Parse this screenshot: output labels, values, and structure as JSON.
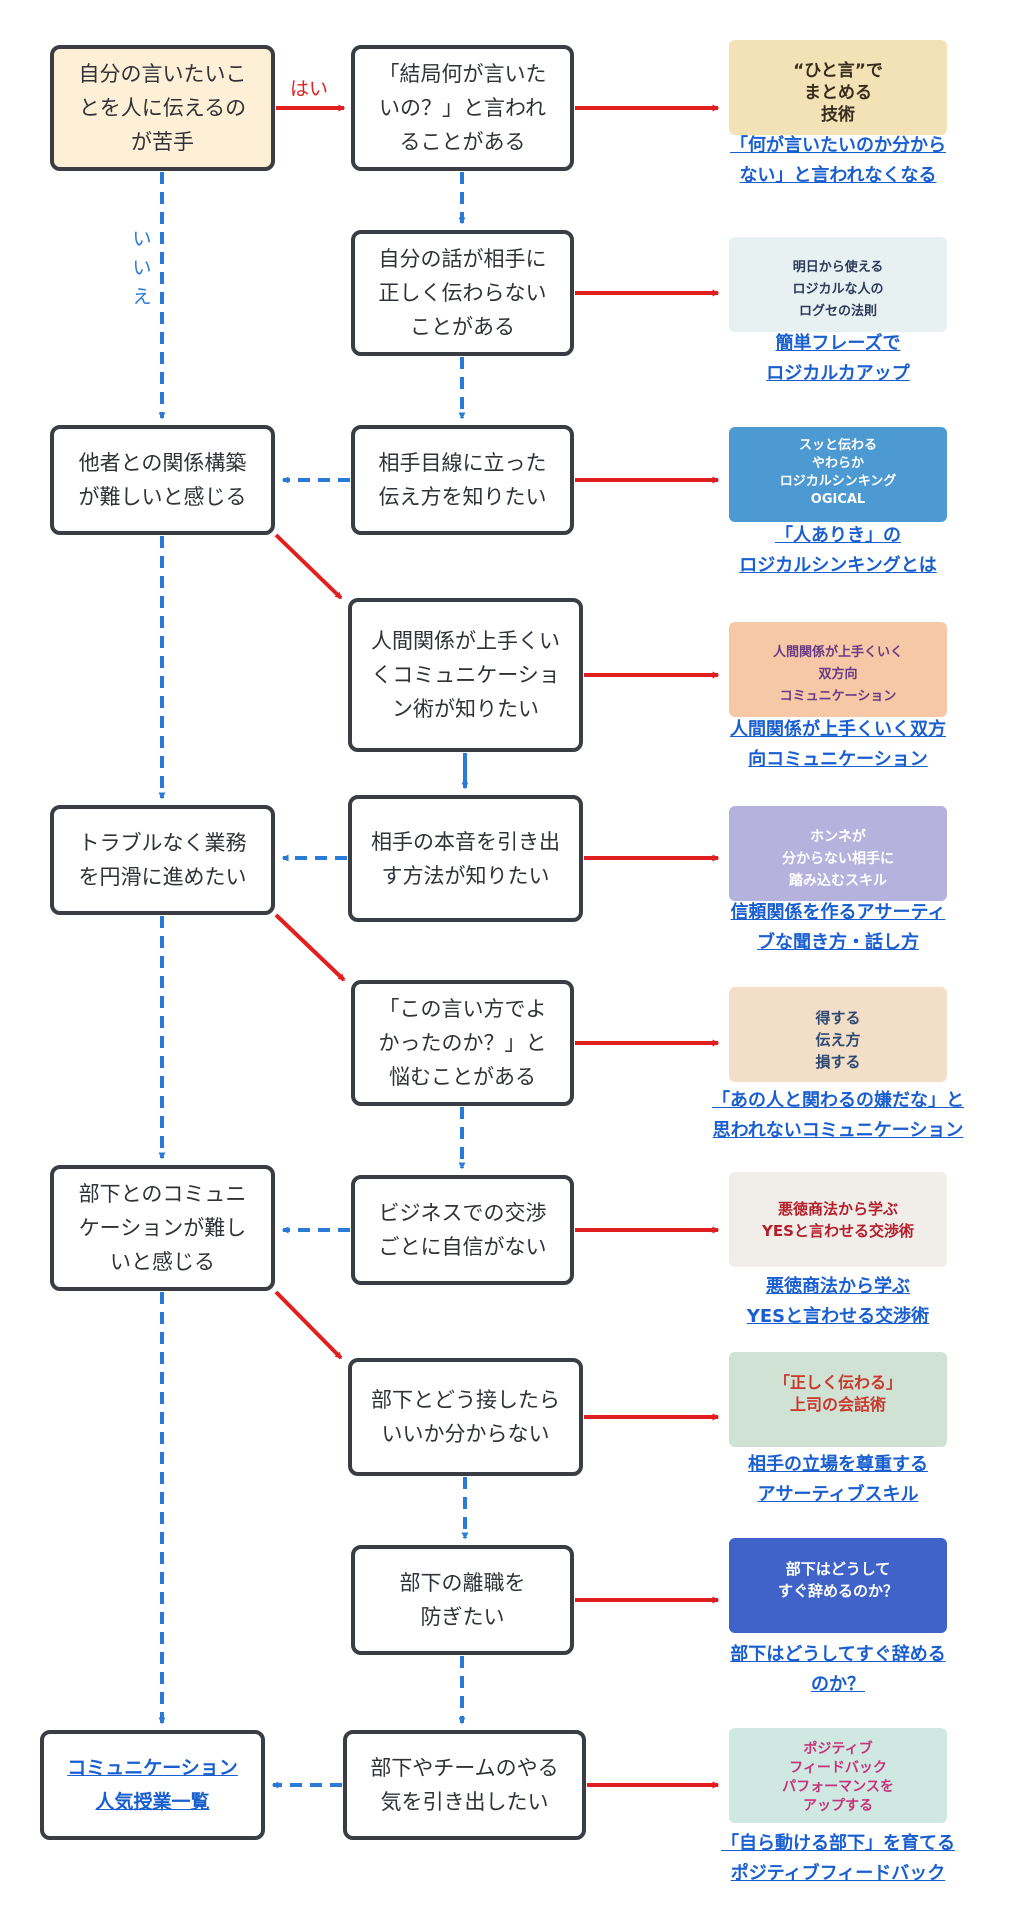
{
  "colors": {
    "yes_arrow": "#e11f1f",
    "no_arrow": "#2a7bd8",
    "link": "#1a5fd0",
    "start_fill": "#fdf0d6",
    "border": "#3a3e44"
  },
  "labels": {
    "yes": "はい",
    "no": "いいえ"
  },
  "left_nodes": [
    {
      "text": "自分の言いたいこ\nとを人に伝えるの\nが苦手"
    },
    {
      "text": "他者との関係構築\nが難しいと感じる"
    },
    {
      "text": "トラブルなく業務\nを円滑に進めたい"
    },
    {
      "text": "部下とのコミュニ\nケーションが難し\nいと感じる"
    },
    {
      "text": "コミュニケーション\n人気授業一覧"
    }
  ],
  "right_nodes": [
    {
      "text": "「結局何が言いた\nいの？」と言われ\nることがある"
    },
    {
      "text": "自分の話が相手に\n正しく伝わらない\nことがある"
    },
    {
      "text": "相手目線に立った\n伝え方を知りたい"
    },
    {
      "text": "人間関係が上手くい\nくコミュニケーショ\nン術が知りたい"
    },
    {
      "text": "相手の本音を引き出\nす方法が知りたい"
    },
    {
      "text": "「この言い方でよ\nかったのか？」と\n悩むことがある"
    },
    {
      "text": "ビジネスでの交渉\nごとに自信がない"
    },
    {
      "text": "部下とどう接したら\nいいか分からない"
    },
    {
      "text": "部下の離職を\n防ぎたい"
    },
    {
      "text": "部下やチームのやる\n気を引き出したい"
    }
  ],
  "thumbnails": [
    {
      "text": "“ひと言”で\nまとめる\n技術",
      "icon": "people-illustration"
    },
    {
      "text": "明日から使える\nロジカルな人の\nログセの法則",
      "icon": "people-illustration"
    },
    {
      "text": "スッと伝わる\nやわらか\nロジカルシンキング\nOGICAL",
      "icon": "lightbulb-illustration"
    },
    {
      "text": "人間関係が上手くいく\n双方向\nコミュニケーション",
      "icon": "people-illustration"
    },
    {
      "text": "ホンネが\n分からない相手に\n踏み込むスキル",
      "icon": "people-illustration"
    },
    {
      "text": "得する\n伝え方\n損する",
      "icon": "people-illustration"
    },
    {
      "text": "悪徳商法から学ぶ\nYESと言わせる交渉術",
      "icon": "people-illustration"
    },
    {
      "text": "「正しく伝わる」\n上司の会話術",
      "icon": "people-illustration"
    },
    {
      "text": "部下はどうして\nすぐ辞めるのか？",
      "icon": "chair-illustration"
    },
    {
      "text": "ポジティブ\nフィードバック\nパフォーマンスを\nアップする",
      "icon": "people-illustration"
    }
  ],
  "links": [
    {
      "text": "「何が言いたいのか分から\nない」と言われなくなる"
    },
    {
      "text": "簡単フレーズで\nロジカルカアップ"
    },
    {
      "text": "「人ありき」の\nロジカルシンキングとは"
    },
    {
      "text": "人間関係が上手くいく双方\n向コミュニケーション"
    },
    {
      "text": "信頼関係を作るアサーティ\nブな聞き方・話し方"
    },
    {
      "text": "「あの人と関わるの嫌だな」と\n思われないコミュニケーション"
    },
    {
      "text": "悪徳商法から学ぶ\nYESと言わせる交渉術"
    },
    {
      "text": "相手の立場を尊重する\nアサーティブスキル"
    },
    {
      "text": "部下はどうしてすぐ辞める\nのか？"
    },
    {
      "text": "「自ら動ける部下」を育てる\nポジティブフィードバック"
    }
  ]
}
